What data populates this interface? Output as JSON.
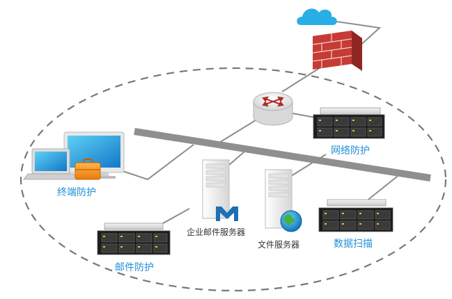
{
  "labels": {
    "endpoint": "终端防护",
    "network": "网络防护",
    "mail_protect": "邮件防护",
    "mail_server": "企业邮件服务器",
    "file_server": "文件服务器",
    "data_scan": "数据扫描"
  },
  "colors": {
    "label_blue": "#1f8fd6",
    "label_dark": "#333333",
    "backbone": "#8f8f8f",
    "dash": "#777777",
    "cloud": "#29aee6",
    "brick": "#c73b35"
  },
  "icons": {
    "cloud": "cloud-icon",
    "firewall": "firewall-icon",
    "router": "router-icon",
    "network_appliance": "rack-server-icon",
    "endpoint": "laptop-desktop-icon",
    "toolbox": "toolbox-icon",
    "mail_server": "tower-server-icon",
    "mail": "mail-m-icon",
    "file_server": "tower-server-icon",
    "globe": "globe-icon",
    "scan_appliance": "rack-server-icon",
    "mail_appliance": "rack-server-icon"
  }
}
